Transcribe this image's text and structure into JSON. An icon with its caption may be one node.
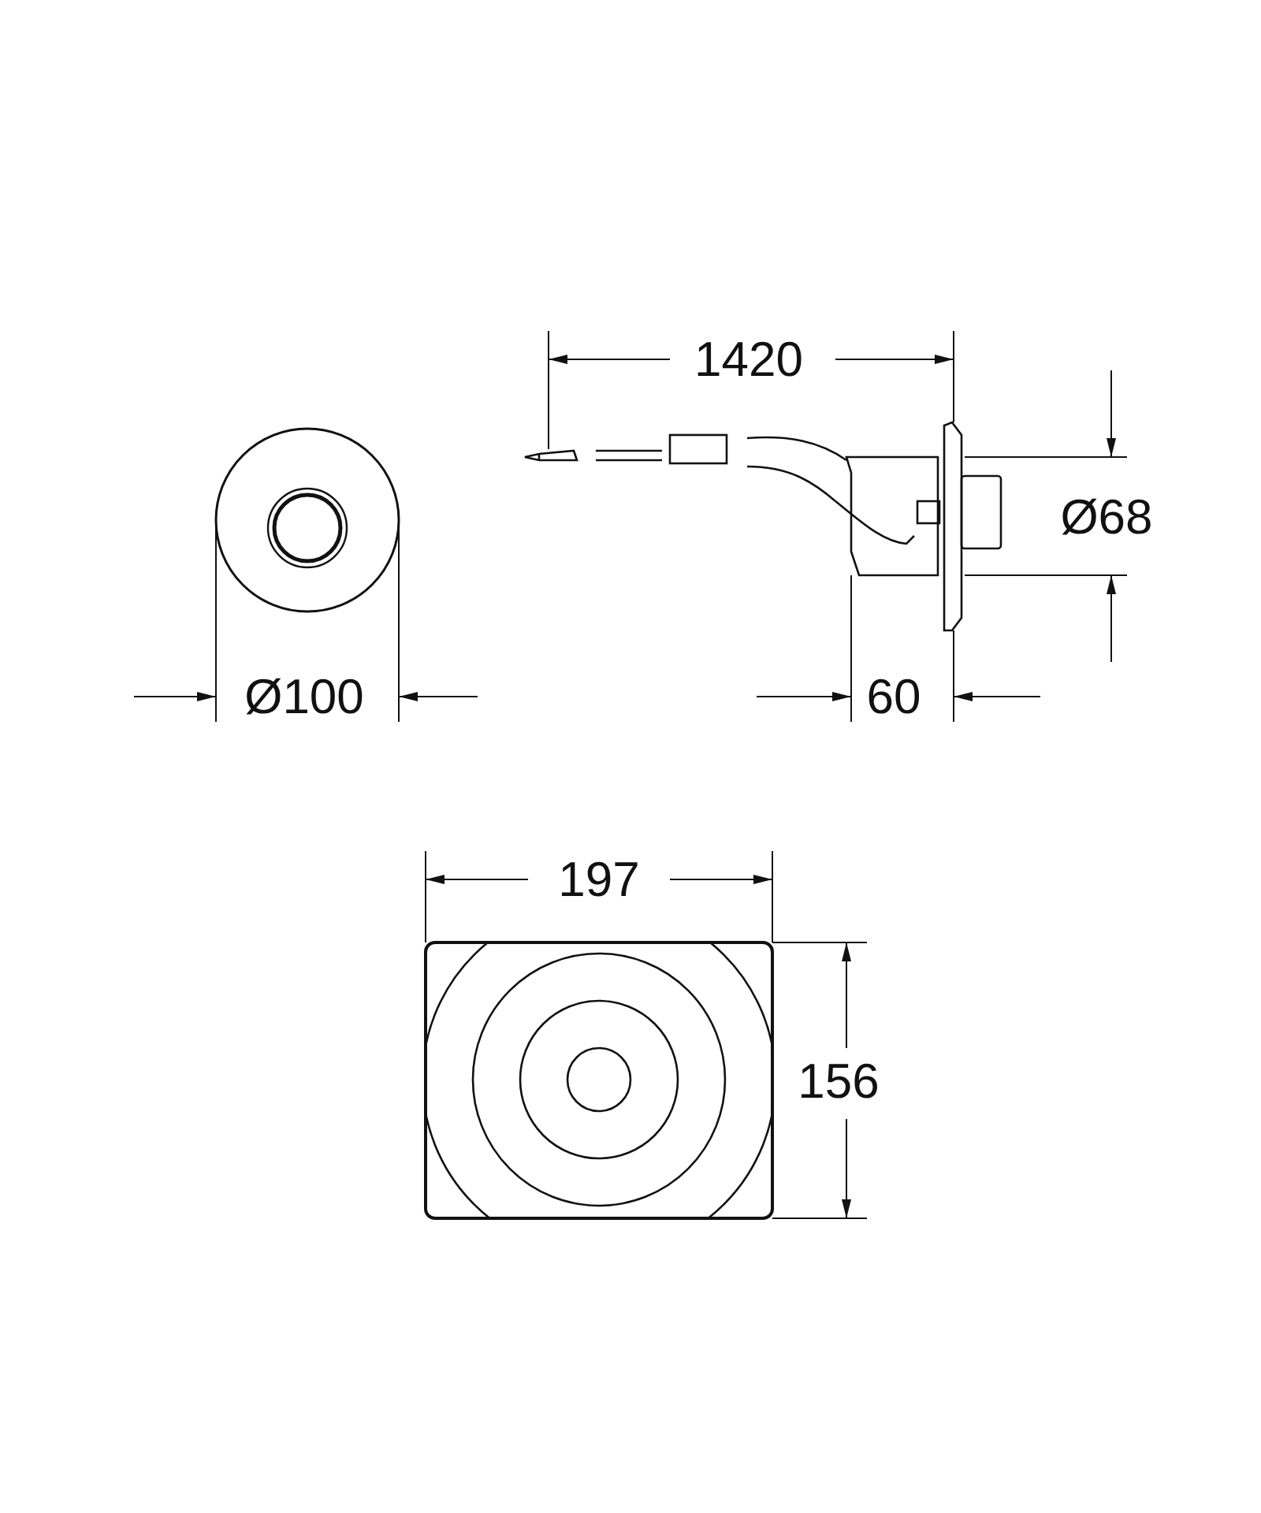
{
  "diagram": {
    "labels": [
      "1420",
      "Ø68",
      "Ø100",
      "60",
      "197",
      "156"
    ]
  }
}
